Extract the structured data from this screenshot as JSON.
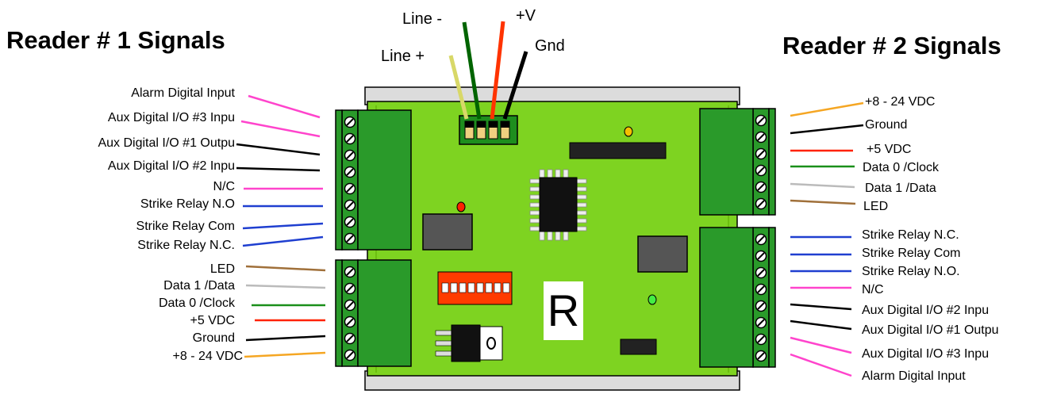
{
  "titles": {
    "reader1": "Reader # 1 Signals",
    "reader2": "Reader # 2 Signals"
  },
  "power_wires": [
    {
      "label": "Line -",
      "color": "#006400"
    },
    {
      "label": "+V",
      "color": "#ff3300"
    },
    {
      "label": "Line +",
      "color": "#d8d868"
    },
    {
      "label": "Gnd",
      "color": "#000000"
    }
  ],
  "board_label": "R",
  "reader1_upper": [
    {
      "label": "Alarm Digital Input",
      "color": "#ff44cc"
    },
    {
      "label": "Aux Digital I/O #3 Inpu",
      "color": "#ff44cc"
    },
    {
      "label": "Aux Digital I/O #1 Outpu",
      "color": "#000000"
    },
    {
      "label": "Aux Digital I/O #2 Inpu",
      "color": "#000000"
    },
    {
      "label": "N/C",
      "color": "#ff44cc"
    },
    {
      "label": "Strike Relay N.O",
      "color": "#1f3fd0"
    },
    {
      "label": "Strike Relay Com",
      "color": "#1f3fd0"
    },
    {
      "label": "Strike Relay N.C.",
      "color": "#1f3fd0"
    }
  ],
  "reader1_lower": [
    {
      "label": "LED",
      "color": "#a0703a"
    },
    {
      "label": "Data 1 /Data",
      "color": "#bbbbbb"
    },
    {
      "label": "Data 0 /Clock",
      "color": "#1a8f1a"
    },
    {
      "label": "+5 VDC",
      "color": "#ff2200"
    },
    {
      "label": "Ground",
      "color": "#000000"
    },
    {
      "label": "+8 - 24 VDC",
      "color": "#f5a623"
    }
  ],
  "reader2_upper": [
    {
      "label": "+8 - 24 VDC",
      "color": "#f5a623"
    },
    {
      "label": "Ground",
      "color": "#000000"
    },
    {
      "label": "+5 VDC",
      "color": "#ff2200"
    },
    {
      "label": "Data 0 /Clock",
      "color": "#1a8f1a"
    },
    {
      "label": "Data 1 /Data",
      "color": "#bbbbbb"
    },
    {
      "label": "LED",
      "color": "#a0703a"
    }
  ],
  "reader2_lower": [
    {
      "label": "Strike Relay N.C.",
      "color": "#1f3fd0"
    },
    {
      "label": "Strike Relay Com",
      "color": "#1f3fd0"
    },
    {
      "label": "Strike Relay N.O.",
      "color": "#1f3fd0"
    },
    {
      "label": "N/C",
      "color": "#ff44cc"
    },
    {
      "label": "Aux Digital I/O #2 Inpu",
      "color": "#000000"
    },
    {
      "label": "Aux Digital I/O #1 Outpu",
      "color": "#000000"
    },
    {
      "label": "Aux Digital I/O #3 Inpu",
      "color": "#ff44cc"
    },
    {
      "label": "Alarm Digital Input",
      "color": "#ff44cc"
    }
  ]
}
